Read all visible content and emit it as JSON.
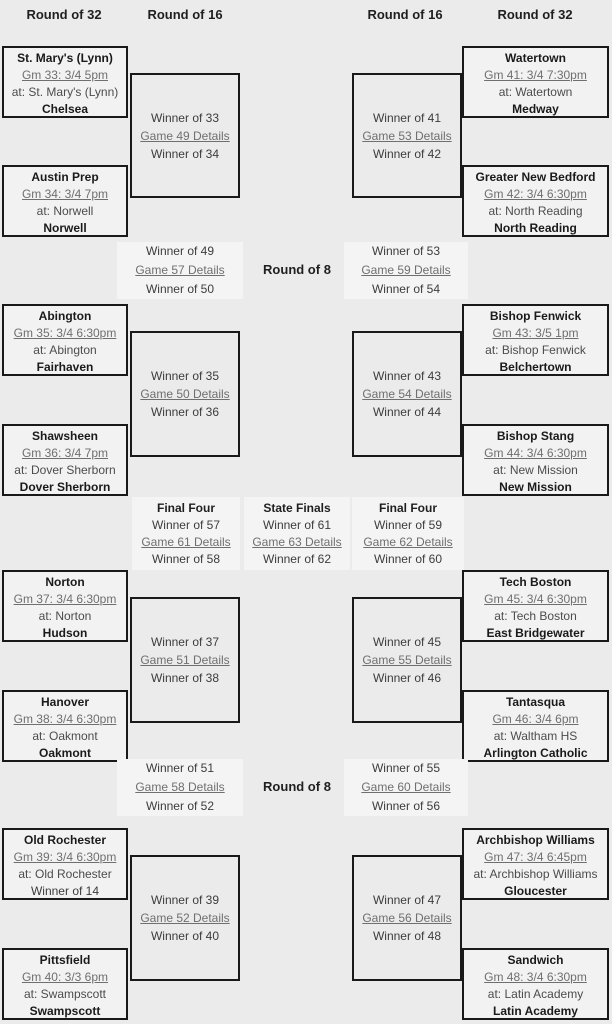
{
  "headers": [
    "Round of 32",
    "Round of 16",
    "Round of 16",
    "Round of 32"
  ],
  "left_round32": [
    {
      "team1": "St. Mary's (Lynn)",
      "game": "Gm 33: 3/4 5pm",
      "venue": "at: St. Mary's (Lynn)",
      "team2": "Chelsea"
    },
    {
      "team1": "Austin Prep",
      "game": "Gm 34: 3/4 7pm",
      "venue": "at: Norwell",
      "team2": "Norwell"
    },
    {
      "team1": "Abington",
      "game": "Gm 35: 3/4 6:30pm",
      "venue": "at: Abington",
      "team2": "Fairhaven"
    },
    {
      "team1": "Shawsheen",
      "game": "Gm 36: 3/4 7pm",
      "venue": "at: Dover Sherborn",
      "team2": "Dover Sherborn"
    },
    {
      "team1": "Norton",
      "game": "Gm 37: 3/4 6:30pm",
      "venue": "at: Norton",
      "team2": "Hudson"
    },
    {
      "team1": "Hanover",
      "game": "Gm 38: 3/4 6:30pm",
      "venue": "at: Oakmont",
      "team2": "Oakmont"
    },
    {
      "team1": "Old Rochester",
      "game": "Gm 39: 3/4 6:30pm",
      "venue": "at: Old Rochester",
      "team2": "Winner of 14"
    },
    {
      "team1": "Pittsfield",
      "game": "Gm 40: 3/3 6pm",
      "venue": "at: Swampscott",
      "team2": "Swampscott"
    }
  ],
  "right_round32": [
    {
      "team1": "Watertown",
      "game": "Gm 41: 3/4 7:30pm",
      "venue": "at: Watertown",
      "team2": "Medway"
    },
    {
      "team1": "Greater New Bedford",
      "game": "Gm 42: 3/4 6:30pm",
      "venue": "at: North Reading",
      "team2": "North Reading"
    },
    {
      "team1": "Bishop Fenwick",
      "game": "Gm 43: 3/5 1pm",
      "venue": "at: Bishop Fenwick",
      "team2": "Belchertown"
    },
    {
      "team1": "Bishop Stang",
      "game": "Gm 44: 3/4 6:30pm",
      "venue": "at: New Mission",
      "team2": "New Mission"
    },
    {
      "team1": "Tech Boston",
      "game": "Gm 45: 3/4 6:30pm",
      "venue": "at: Tech Boston",
      "team2": "East Bridgewater"
    },
    {
      "team1": "Tantasqua",
      "game": "Gm 46: 3/4 6pm",
      "venue": "at: Waltham HS",
      "team2": "Arlington Catholic"
    },
    {
      "team1": "Archbishop Williams",
      "game": "Gm 47: 3/4 6:45pm",
      "venue": "at: Archbishop Williams",
      "team2": "Gloucester"
    },
    {
      "team1": "Sandwich",
      "game": "Gm 48: 3/4 6:30pm",
      "venue": "at: Latin Academy",
      "team2": "Latin Academy"
    }
  ],
  "left_round16": [
    {
      "top": "Winner of 33",
      "link": "Game 49 Details",
      "bottom": "Winner of 34"
    },
    {
      "top": "Winner of 35",
      "link": "Game 50 Details",
      "bottom": "Winner of 36"
    },
    {
      "top": "Winner of 37",
      "link": "Game 51 Details",
      "bottom": "Winner of 38"
    },
    {
      "top": "Winner of 39",
      "link": "Game 52 Details",
      "bottom": "Winner of 40"
    }
  ],
  "right_round16": [
    {
      "top": "Winner of 41",
      "link": "Game 53 Details",
      "bottom": "Winner of 42"
    },
    {
      "top": "Winner of 43",
      "link": "Game 54 Details",
      "bottom": "Winner of 44"
    },
    {
      "top": "Winner of 45",
      "link": "Game 55 Details",
      "bottom": "Winner of 46"
    },
    {
      "top": "Winner of 47",
      "link": "Game 56 Details",
      "bottom": "Winner of 48"
    }
  ],
  "round8": {
    "label": "Round of 8",
    "blocks": [
      {
        "top": "Winner of 49",
        "link": "Game 57 Details",
        "bottom": "Winner of 50"
      },
      {
        "top": "Winner of 53",
        "link": "Game 59 Details",
        "bottom": "Winner of 54"
      },
      {
        "top": "Winner of 51",
        "link": "Game 58 Details",
        "bottom": "Winner of 52"
      },
      {
        "top": "Winner of 55",
        "link": "Game 60 Details",
        "bottom": "Winner of 56"
      }
    ]
  },
  "finals": {
    "blocks": [
      {
        "title": "Final Four",
        "top": "Winner of 57",
        "link": "Game 61 Details",
        "bottom": "Winner of 58"
      },
      {
        "title": "State Finals",
        "top": "Winner of 61",
        "link": "Game 63 Details",
        "bottom": "Winner of 62"
      },
      {
        "title": "Final Four",
        "top": "Winner of 59",
        "link": "Game 62 Details",
        "bottom": "Winner of 60"
      }
    ]
  },
  "colors": {
    "page_background": "#ebebeb",
    "box_background": "#f2f2f2",
    "block_background": "#f4f4f4",
    "border": "#191919",
    "team_name": "#1a1a1a",
    "link": "#6f6f6f",
    "text": "#3c3c3c"
  }
}
